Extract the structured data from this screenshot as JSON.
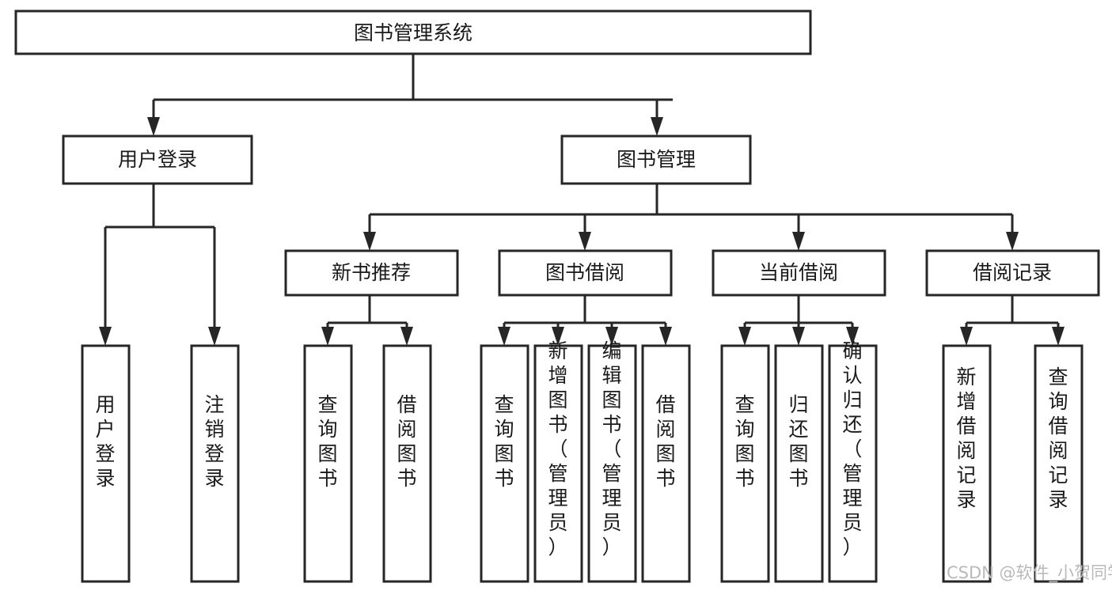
{
  "diagram": {
    "title": "图书管理系统",
    "type": "tree-hierarchy-diagram",
    "colors": {
      "stroke": "#262626",
      "fill": "#ffffff",
      "text": "#1a1a1a",
      "watermark": "#b9b9b9"
    },
    "root": {
      "label": "图书管理系统"
    },
    "level2": [
      {
        "label": "用户登录"
      },
      {
        "label": "图书管理"
      }
    ],
    "level3": [
      {
        "label": "新书推荐"
      },
      {
        "label": "图书借阅"
      },
      {
        "label": "当前借阅"
      },
      {
        "label": "借阅记录"
      }
    ],
    "leaves": {
      "user_login": [
        {
          "label": "用户登录"
        },
        {
          "label": "注销登录"
        }
      ],
      "new_book_recommend": [
        {
          "label": "查询图书"
        },
        {
          "label": "借阅图书"
        }
      ],
      "book_borrow": [
        {
          "label": "查询图书"
        },
        {
          "label": "新增图书（管理员）"
        },
        {
          "label": "编辑图书（管理员）"
        },
        {
          "label": "借阅图书"
        }
      ],
      "current_borrow": [
        {
          "label": "查询图书"
        },
        {
          "label": "归还图书"
        },
        {
          "label": "确认归还（管理员）"
        }
      ],
      "borrow_record": [
        {
          "label": "新增借阅记录"
        },
        {
          "label": "查询借阅记录"
        }
      ]
    },
    "watermark": "CSDN @软件_小贺同学"
  }
}
